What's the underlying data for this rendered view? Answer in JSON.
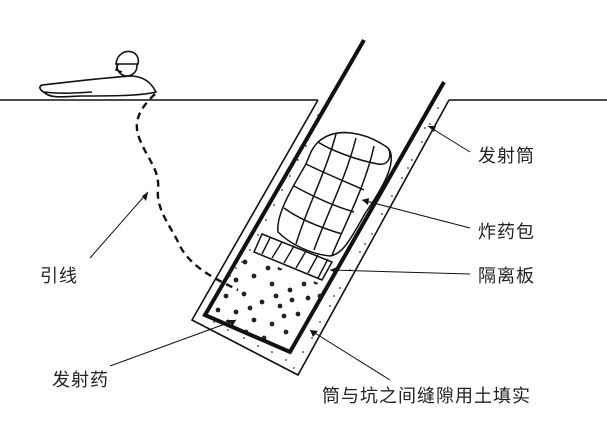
{
  "labels": {
    "launch_tube": "发射筒",
    "explosive_pack": "炸药包",
    "separator_plate": "隔离板",
    "lead_wire": "引线",
    "propellant": "发射药",
    "gap_fill": "筒与坑之间缝隙用土填实"
  },
  "icons": {
    "person": "person-lying-icon"
  }
}
